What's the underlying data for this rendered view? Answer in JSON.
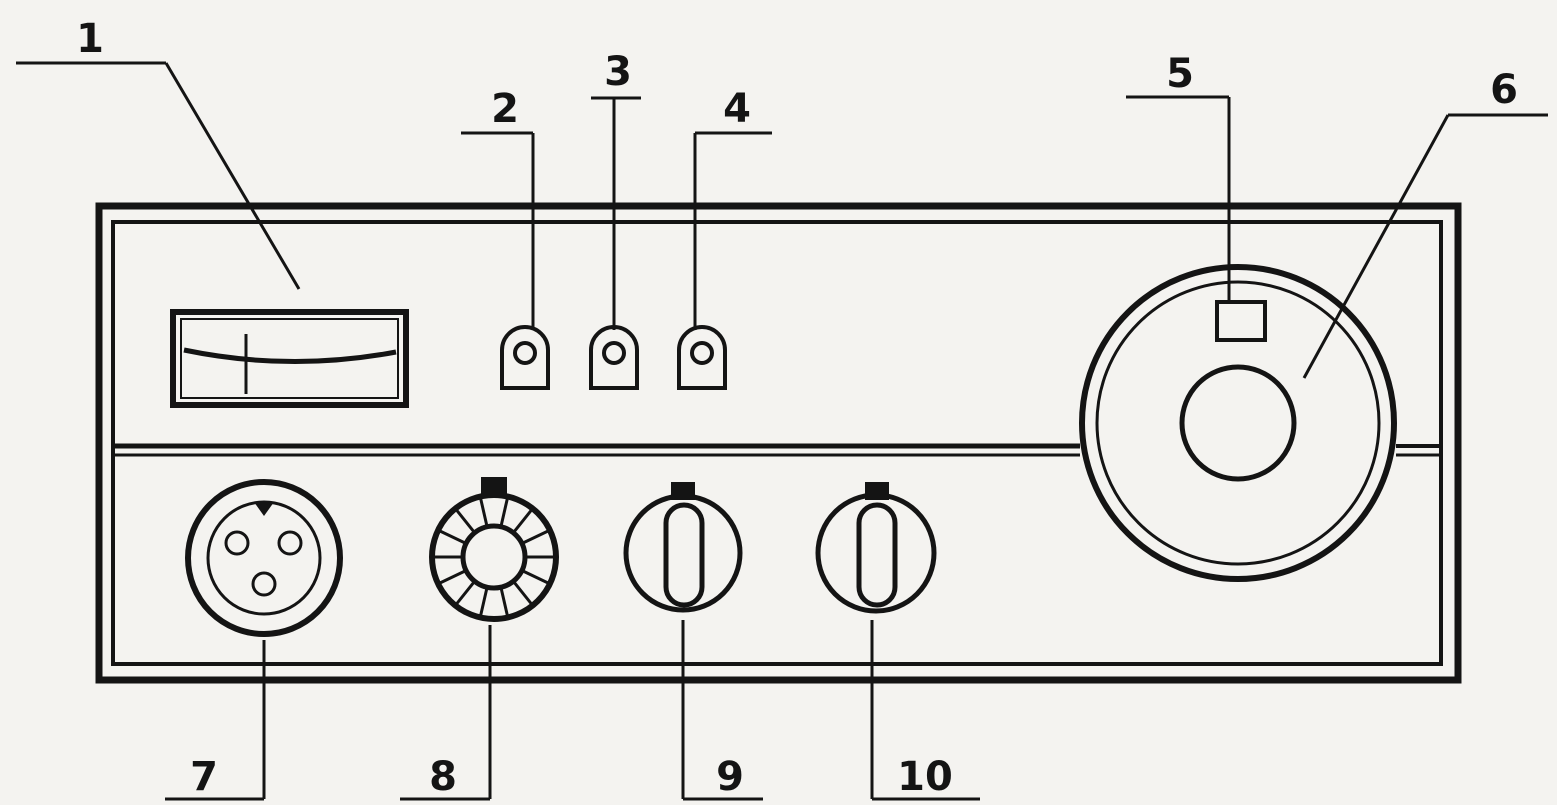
{
  "callouts": {
    "c1": "1",
    "c2": "2",
    "c3": "3",
    "c4": "4",
    "c5": "5",
    "c6": "6",
    "c7": "7",
    "c8": "8",
    "c9": "9",
    "c10": "10"
  },
  "colors": {
    "ink": "#141414",
    "paper": "#f4f3f0"
  }
}
